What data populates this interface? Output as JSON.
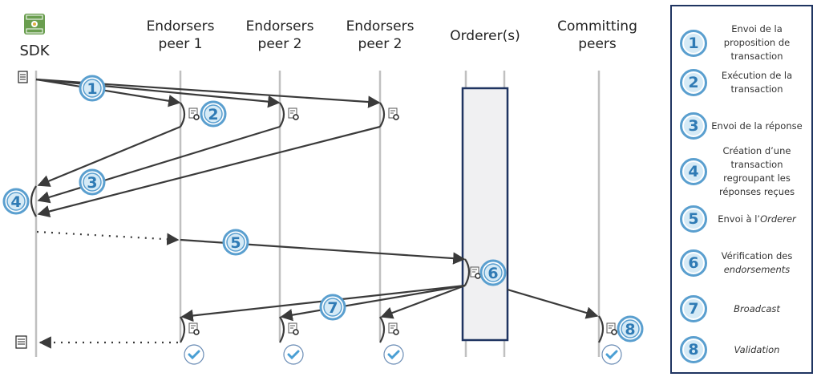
{
  "sdk": {
    "label": "SDK",
    "icon": "server-icon"
  },
  "lanes": [
    {
      "id": "endorser1",
      "label": "Endorsers\npeer 1"
    },
    {
      "id": "endorser2",
      "label": "Endorsers\npeer 2"
    },
    {
      "id": "endorser3",
      "label": "Endorsers\npeer 2"
    },
    {
      "id": "orderer",
      "label": "Orderer(s)"
    },
    {
      "id": "committing",
      "label": "Committing\npeers"
    }
  ],
  "step_markers": [
    "1",
    "2",
    "3",
    "4",
    "5",
    "6",
    "7",
    "8"
  ],
  "legend": [
    {
      "num": "1",
      "text": "Envoi de la proposition de transaction"
    },
    {
      "num": "2",
      "text": "Exécution de la transaction"
    },
    {
      "num": "3",
      "text": "Envoi de la réponse"
    },
    {
      "num": "4",
      "text": "Création d’une transaction regroupant les réponses reçues"
    },
    {
      "num": "5",
      "text": "Envoi à l’",
      "italic": "Orderer"
    },
    {
      "num": "6",
      "text": "Vérification des ",
      "italic": "endorsements"
    },
    {
      "num": "7",
      "text": "",
      "italic": "Broadcast"
    },
    {
      "num": "8",
      "text": "",
      "italic": "Validation"
    }
  ],
  "colors": {
    "arrow": "#3a3a3a",
    "lifeline": "#c0c0c0",
    "marker_ring": "#5a9fcf",
    "marker_fill": "#d5eaf6",
    "orderer_border": "#1f3461",
    "orderer_fill": "#f0f0f2",
    "sdk_icon": "#6a9e4f"
  }
}
